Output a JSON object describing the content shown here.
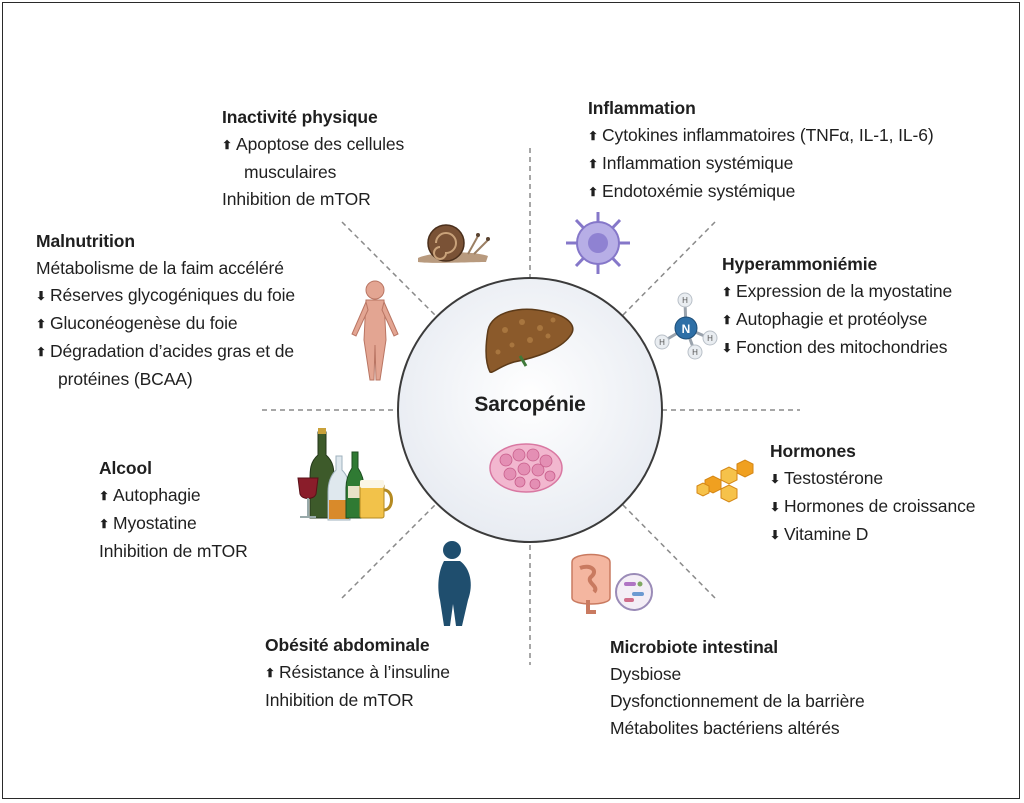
{
  "center": {
    "label": "Sarcopénie"
  },
  "factors": {
    "inactivite": {
      "title": "Inactivité physique",
      "l1": "Apoptose des cellules",
      "l1_arrow": "⬆",
      "l1b": "musculaires",
      "l2": "Inhibition de mTOR",
      "icon": "snail-icon"
    },
    "inflammation": {
      "title": "Inflammation",
      "l1": "Cytokines inflammatoires (TNFα, IL-1, IL-6)",
      "l1_arrow": "⬆",
      "l2": "Inflammation systémique",
      "l2_arrow": "⬆",
      "l3": "Endotoxémie systémique",
      "l3_arrow": "⬆",
      "icon": "immune-cell-icon"
    },
    "malnutrition": {
      "title": "Malnutrition",
      "l1": "Métabolisme de la faim accéléré",
      "l2": "Réserves glycogéniques du foie",
      "l2_arrow": "⬇",
      "l3": "Gluconéogenèse du foie",
      "l3_arrow": "⬆",
      "l4": "Dégradation d’acides gras et de",
      "l4_arrow": "⬆",
      "l4b": "protéines (BCAA)",
      "icon": "thin-body-icon"
    },
    "hyperammoniemie": {
      "title": "Hyperammoniémie",
      "l1": "Expression de la myostatine",
      "l1_arrow": "⬆",
      "l2": "Autophagie et protéolyse",
      "l2_arrow": "⬆",
      "l3": "Fonction des mitochondries",
      "l3_arrow": "⬇",
      "icon": "ammonium-molecule-icon",
      "molecule_center": "N",
      "molecule_atom": "H"
    },
    "alcool": {
      "title": "Alcool",
      "l1": "Autophagie",
      "l1_arrow": "⬆",
      "l2": "Myostatine",
      "l2_arrow": "⬆",
      "l3": "Inhibition de mTOR",
      "icon": "alcohol-bottles-icon"
    },
    "hormones": {
      "title": "Hormones",
      "l1": "Testostérone",
      "l1_arrow": "⬇",
      "l2": "Hormones de croissance",
      "l2_arrow": "⬇",
      "l3": "Vitamine D",
      "l3_arrow": "⬇",
      "icon": "hormone-hexagons-icon"
    },
    "obesite": {
      "title": "Obésité abdominale",
      "l1": "Résistance à l’insuline",
      "l1_arrow": "⬆",
      "l2": "Inhibition de mTOR",
      "icon": "obese-body-icon"
    },
    "microbiote": {
      "title": "Microbiote intestinal",
      "l1": "Dysbiose",
      "l2": "Dysfonctionnement de la barrière",
      "l3": "Métabolites bactériens altérés",
      "icon": "intestine-bacteria-icon"
    }
  },
  "colors": {
    "circle_stroke": "#3b3b3b",
    "circle_fill": "#eef1f6",
    "dashed_line": "#8a8a8a",
    "liver": "#8b5a2b",
    "muscle": "#e48fb4",
    "obese_body": "#1f4e6e",
    "hormone": "#f0a020",
    "immune_cell": "#9b8fd6"
  }
}
